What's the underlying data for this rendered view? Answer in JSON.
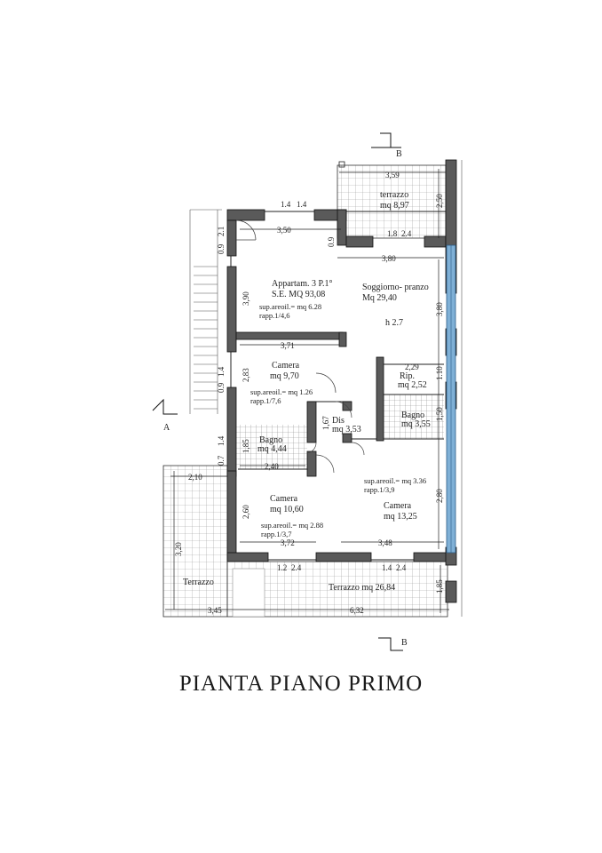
{
  "title": "PIANTA PIANO PRIMO",
  "section_marks": {
    "a": "A",
    "b_top": "B",
    "b_bottom": "B"
  },
  "rooms": {
    "apartment": {
      "name": "Appartam. 3 P.1°",
      "area": "S.E. MQ 93,08",
      "ratio_area": "sup.areoil.= mq 6.28",
      "ratio": "rapp.1/4,6"
    },
    "living": {
      "name": "Soggiorno- pranzo",
      "area": "Mq 29,40",
      "height": "h 2.7"
    },
    "bedroom1": {
      "name": "Camera",
      "area": "mq 9,70",
      "ratio_area": "sup.areoil.= mq 1.26",
      "ratio": "rapp.1/7,6"
    },
    "storage": {
      "name": "Rip.",
      "area": "mq 2,52"
    },
    "bath1": {
      "name": "Bagno",
      "area": "mq 3,55"
    },
    "dis": {
      "name": "Dis",
      "area": "mq 3,53"
    },
    "bath2": {
      "name": "Bagno",
      "area": "mq 4,44"
    },
    "bedroom2": {
      "name": "Camera",
      "area": "mq 10,60",
      "ratio_area": "sup.areoil.= mq 2.88",
      "ratio": "rapp.1/3,7"
    },
    "bedroom3": {
      "name": "Camera",
      "area": "mq 13,25",
      "ratio_area": "sup.areoil.= mq 3.36",
      "ratio": "rapp.1/3,9"
    },
    "terrace_top": {
      "name": "terrazzo",
      "area": "mq 8,97"
    },
    "terrace_left": {
      "name": "Terrazzo"
    },
    "terrace_bottom": {
      "name": "Terrazzo mq 26,84"
    }
  },
  "dimensions": {
    "d359": "3,59",
    "d250": "2,50",
    "d14a": "1.4",
    "d14b": "1.4",
    "d350": "3,50",
    "d021": "2.1",
    "d09a": "0.9",
    "d093": "0.9",
    "d18": "1.8",
    "d24a": "2.4",
    "d380a": "3,80",
    "d390": "3,90",
    "d380b": "3,80",
    "d371": "3,71",
    "d229": "2,29",
    "d119": "1.10",
    "d283": "2,83",
    "d150": "1,50",
    "d09b": "0.9",
    "d14c": "1.4",
    "d167": "1,67",
    "d14d": "1.4",
    "d185": "1,85",
    "d07": "0.7",
    "d240": "2,40",
    "d210": "2,10",
    "d260": "2,60",
    "d280": "2,80",
    "d320": "3,20",
    "d372": "3,72",
    "d348": "3,48",
    "d12": "1.2",
    "d24b": "2.4",
    "d14e": "1.4",
    "d24c": "2.4",
    "d185b": "1,85",
    "d345": "3,45",
    "d632": "6,32"
  },
  "colors": {
    "wall": "#5a5a5a",
    "glass": "#7fb0d6",
    "grid": "#9a9a9a",
    "line": "#222222"
  }
}
